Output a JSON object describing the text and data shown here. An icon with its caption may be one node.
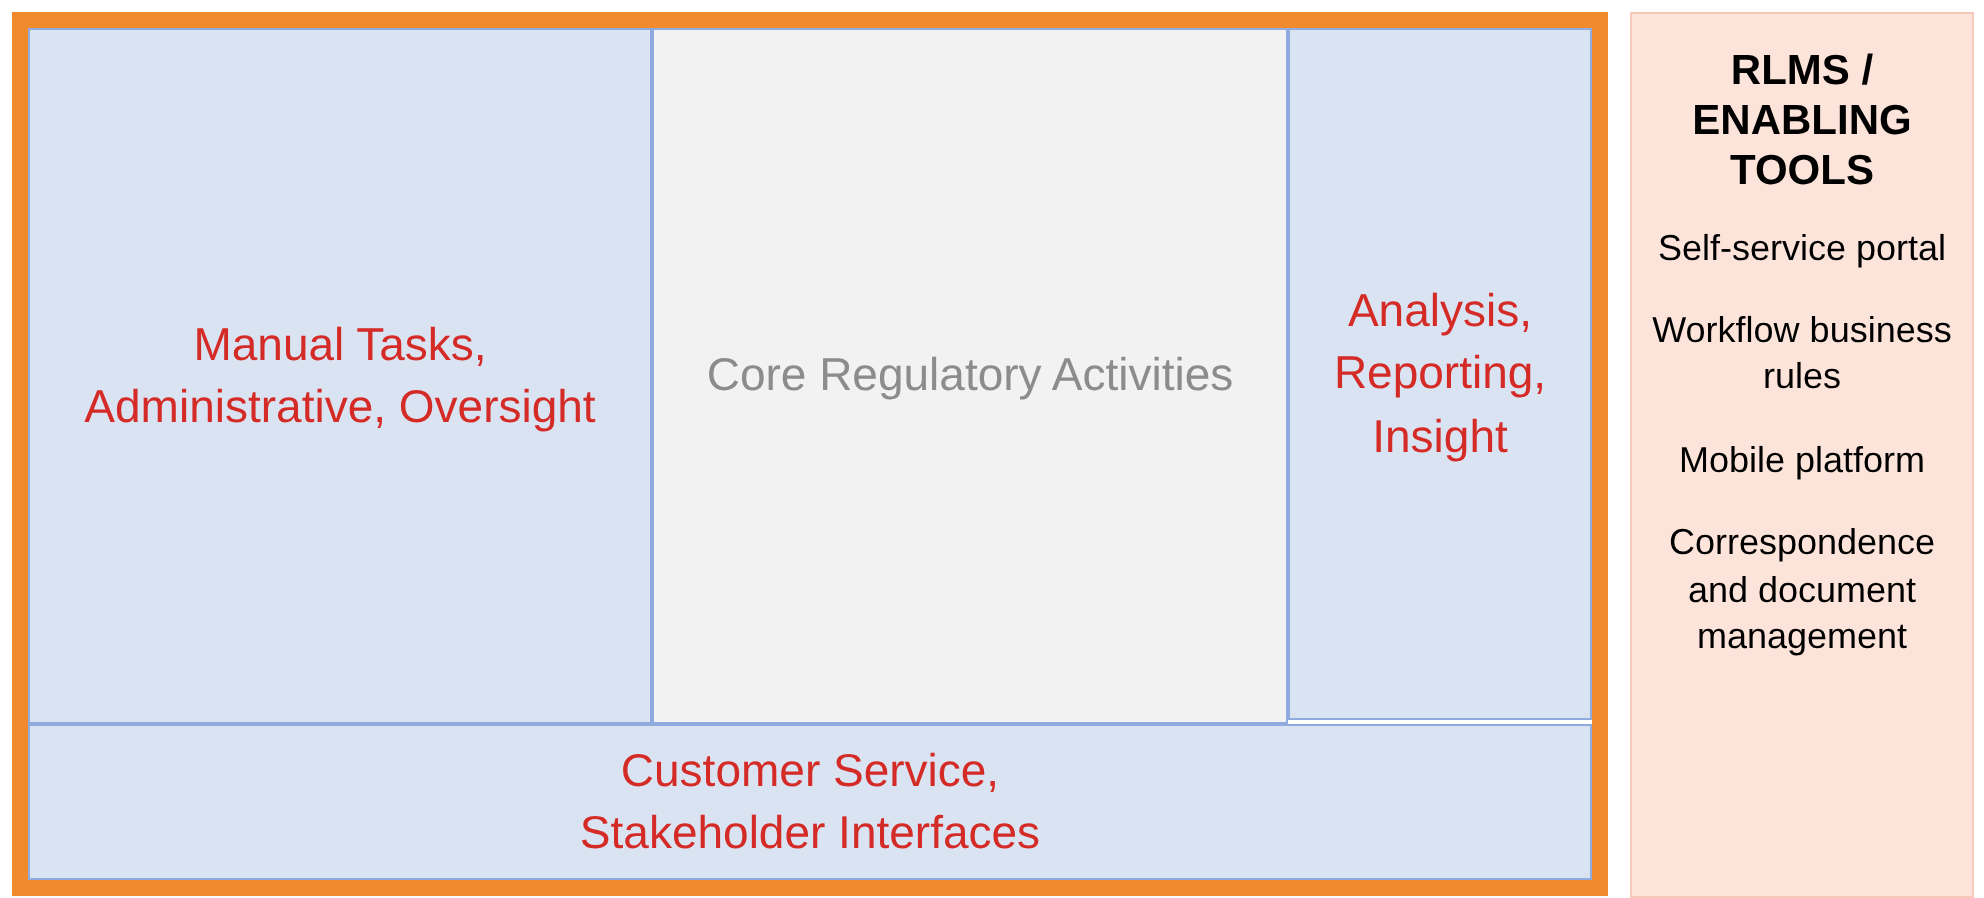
{
  "diagram": {
    "nodes": [
      {
        "text": [],
        "shape": "box"
      },
      {
        "text": [
          "Manual Tasks, Administrative, Oversight"
        ],
        "in": 0
      },
      {
        "text": [
          "Core Regulatory Activities"
        ],
        "in": 0
      },
      {
        "text": [
          "Analysis, Reporting, Insight"
        ],
        "in": 0
      },
      {
        "text": [
          "Customer Service, Stakeholder Interfaces"
        ],
        "in": 0
      },
      {
        "text": [
          "RLMS / ENABLING TOOLS",
          "Self-service portal",
          "Workflow business rules",
          "Mobile platform",
          "Correspondence and document management"
        ]
      }
    ]
  }
}
